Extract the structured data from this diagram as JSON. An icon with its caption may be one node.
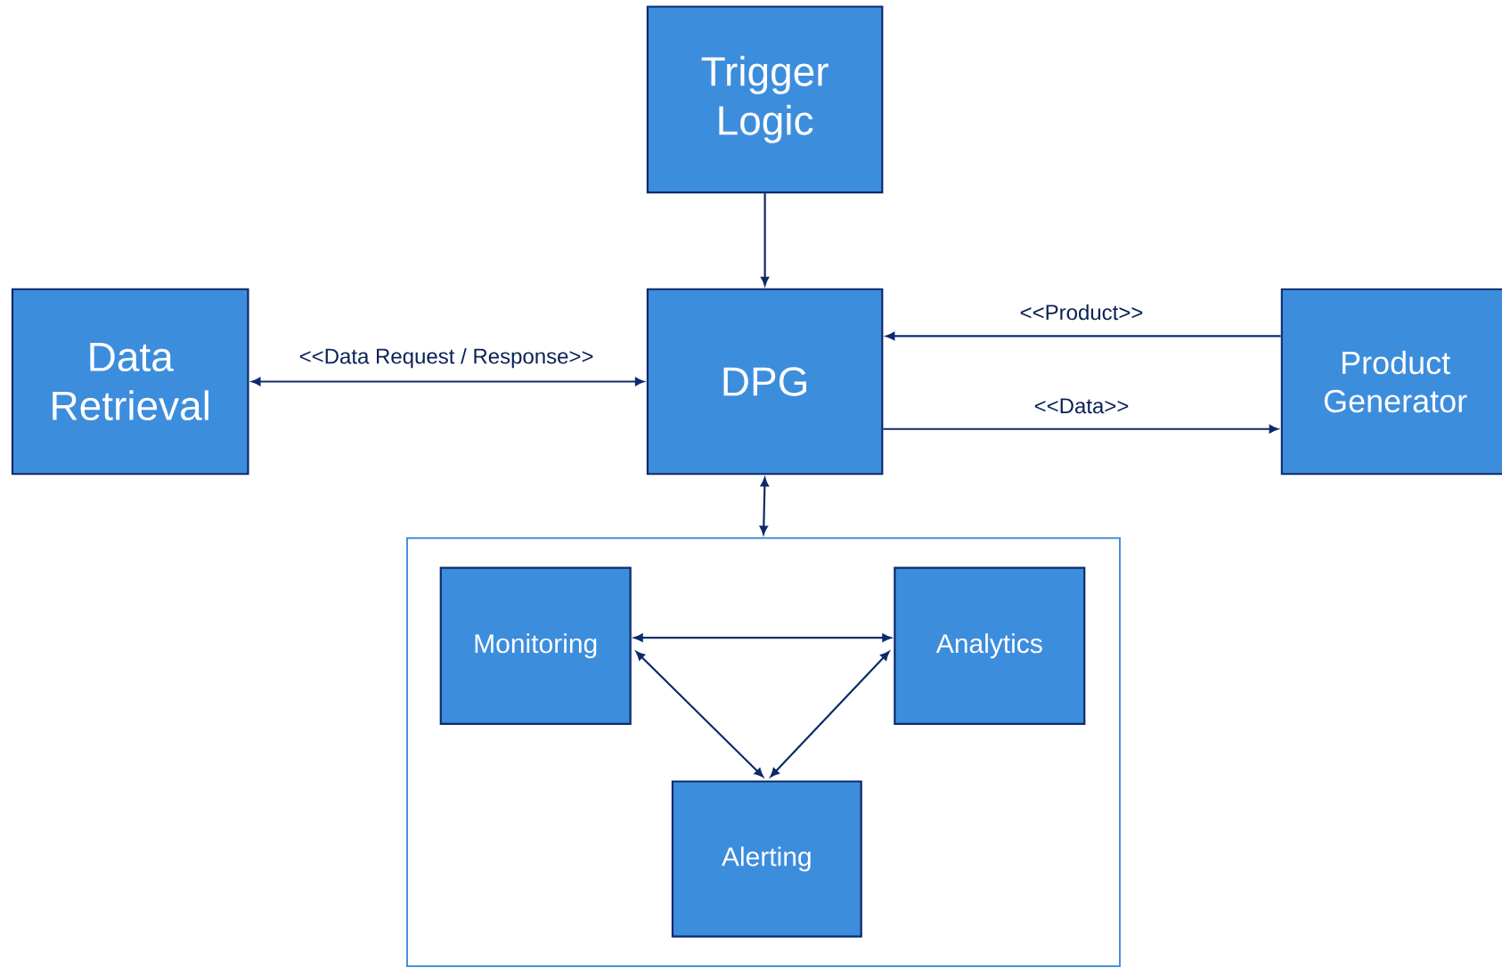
{
  "diagram": {
    "nodes": [
      {
        "text": [
          "Trigger Logic"
        ]
      },
      {
        "text": [
          "Data Retrieval"
        ]
      },
      {
        "text": [
          "DPG"
        ]
      },
      {
        "text": [
          "Product Generator"
        ]
      },
      {
        "text": [],
        "shape": "box"
      },
      {
        "text": [
          "Monitoring"
        ],
        "in": 4
      },
      {
        "text": [
          "Analytics"
        ],
        "in": 4
      },
      {
        "text": [
          "Alerting"
        ],
        "in": 4
      }
    ],
    "edges": [
      {
        "from": 0,
        "to": 2,
        "arrow": "to"
      },
      {
        "from": 1,
        "to": 2,
        "arrow": "both",
        "label": "<<Data Request / Response>>"
      },
      {
        "from": 3,
        "to": 2,
        "arrow": "to",
        "label": "<<Product>>"
      },
      {
        "from": 2,
        "to": 3,
        "arrow": "to",
        "label": "<<Data>>"
      },
      {
        "from": 2,
        "to": 4,
        "arrow": "both"
      },
      {
        "from": 5,
        "to": 6,
        "arrow": "both"
      },
      {
        "from": 5,
        "to": 7,
        "arrow": "both"
      },
      {
        "from": 6,
        "to": 7,
        "arrow": "both"
      }
    ]
  }
}
